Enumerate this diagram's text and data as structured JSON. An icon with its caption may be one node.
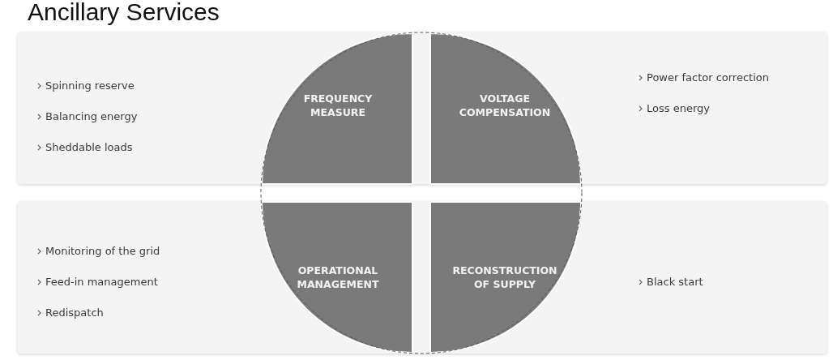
{
  "diagram": {
    "title": "Ancillary Services",
    "nodes": [
      {
        "text": [
          "FREQUENCY MEASURE"
        ]
      },
      {
        "text": [
          "VOLTAGE COMPENSATION"
        ]
      },
      {
        "text": [
          "OPERATIONAL MANAGEMENT"
        ]
      },
      {
        "text": [
          "RECONSTRUCTION OF SUPPLY"
        ]
      }
    ],
    "labels": [
      "Spinning reserve",
      "Balancing energy",
      "Sheddable loads",
      "Power factor correction",
      "Loss energy",
      "Monitoring of the grid",
      "Feed-in management",
      "Redispatch",
      "Black start"
    ]
  }
}
